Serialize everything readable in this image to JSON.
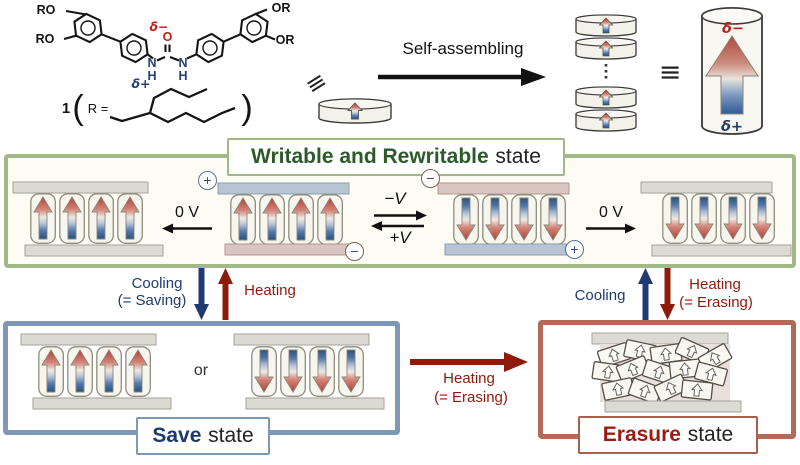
{
  "molecule": {
    "ro": "RO",
    "or": "OR",
    "delta_minus": "δ−",
    "delta_plus": "δ+",
    "o": "O",
    "n": "N",
    "h": "H",
    "compound_number": "1",
    "r_equals": "R =",
    "paren_open": "(",
    "paren_close": ")",
    "equiv": "≡"
  },
  "self_assembling": {
    "label": "Self-assembling"
  },
  "stack": {
    "equiv": "≡"
  },
  "column": {
    "delta_minus": "δ−",
    "delta_plus": "δ+"
  },
  "writable_box": {
    "title_bold": "Writable and Rewritable",
    "title_rest": "state",
    "zero_v": "0 V",
    "minus_v": "−V",
    "plus_v": "+V",
    "plus": "+",
    "minus": "−"
  },
  "transitions": {
    "cooling": "Cooling",
    "saving": "(= Saving)",
    "heating": "Heating",
    "erasing": "(= Erasing)"
  },
  "save_box": {
    "title_bold": "Save",
    "title_rest": "state",
    "or": "or"
  },
  "erasure_box": {
    "title_bold": "Erasure",
    "title_rest": "state"
  },
  "colors": {
    "green_border": "#a0b985",
    "green_text": "#2d5a2b",
    "cool_blue": "#1e3a70",
    "heat_red": "#8e1a0c",
    "save_border": "#7d98b7",
    "save_text": "#1d3a6e",
    "erasure_border": "#b06a56",
    "erasure_text": "#9c1b10",
    "electrode_gray": "#dcdbd3",
    "electrode_blue": "#b8c3d3",
    "electrode_pink": "#d9c5c1",
    "dipole_red": "#b04036",
    "dipole_blue": "#27507e"
  }
}
